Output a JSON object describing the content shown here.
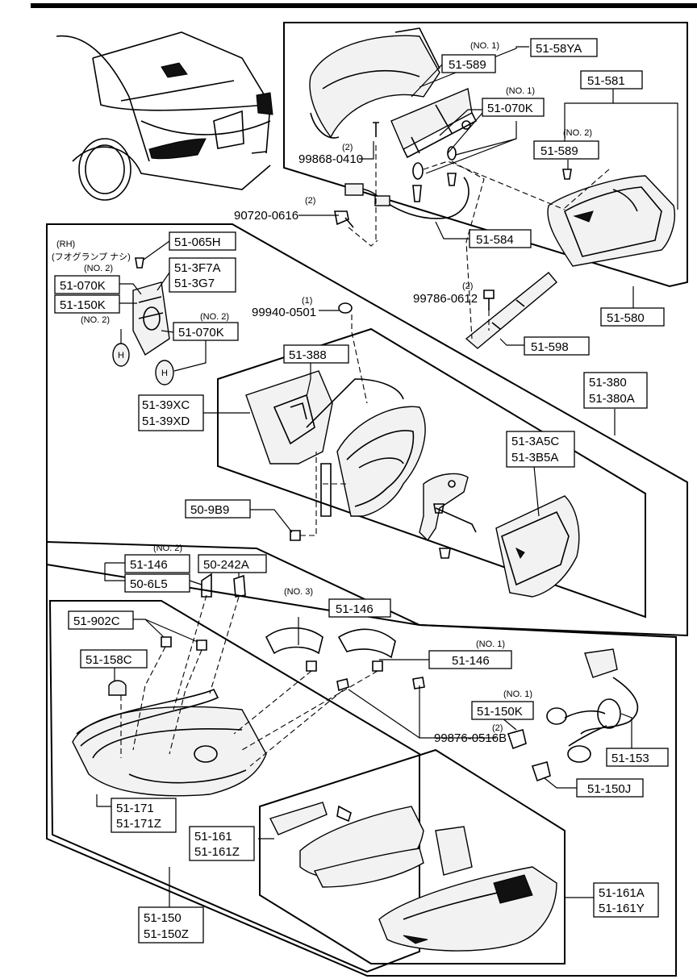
{
  "labels": {
    "l_58ya": "51-58YA",
    "l_589a": "51-589",
    "l_070k_top": "51-070K",
    "l_581": "51-581",
    "l_589b": "51-589",
    "l_584": "51-584",
    "l_598": "51-598",
    "l_580": "51-580",
    "l_065h": "51-065H",
    "l_3f7a": "51-3F7A",
    "l_3g7": "51-3G7",
    "l_070k_rh1": "51-070K",
    "l_150k_rh": "51-150K",
    "l_070k_rh2": "51-070K",
    "l_388": "51-388",
    "l_39xc": "51-39XC",
    "l_39xd": "51-39XD",
    "l_380": "51-380",
    "l_380a": "51-380A",
    "l_3a5c": "51-3A5C",
    "l_3b5a": "51-3B5A",
    "l_9b9": "50-9B9",
    "l_146a": "51-146",
    "l_6l5": "50-6L5",
    "l_242a": "50-242A",
    "l_902c": "51-902C",
    "l_146b": "51-146",
    "l_158c": "51-158C",
    "l_146c": "51-146",
    "l_150k_b": "51-150K",
    "l_153": "51-153",
    "l_150j": "51-150J",
    "l_171": "51-171",
    "l_171z": "51-171Z",
    "l_161": "51-161",
    "l_161z": "51-161Z",
    "l_161a": "51-161A",
    "l_161y": "51-161Y",
    "l_150": "51-150",
    "l_150z": "51-150Z"
  },
  "text": {
    "no1_a": "(NO. 1)",
    "no1_b": "(NO. 1)",
    "no2_a": "(NO. 2)",
    "two_a": "(2)",
    "n_99868": "99868-0410",
    "two_b": "(2)",
    "n_90720": "90720-0616",
    "two_c": "(2)",
    "n_99786": "99786-0612",
    "one_a": "(1)",
    "n_99940": "99940-0501",
    "rh": "(RH)",
    "rh_jp": "(フオグランプ ナシ)",
    "no2_b": "(NO. 2)",
    "no2_c": "(NO. 2)",
    "no2_d": "(NO. 2)",
    "no2_e": "(NO. 2)",
    "no3": "(NO. 3)",
    "no1_c": "(NO. 1)",
    "no1_d": "(NO. 1)",
    "two_d": "(2)",
    "n_99876": "99876-0516B"
  }
}
